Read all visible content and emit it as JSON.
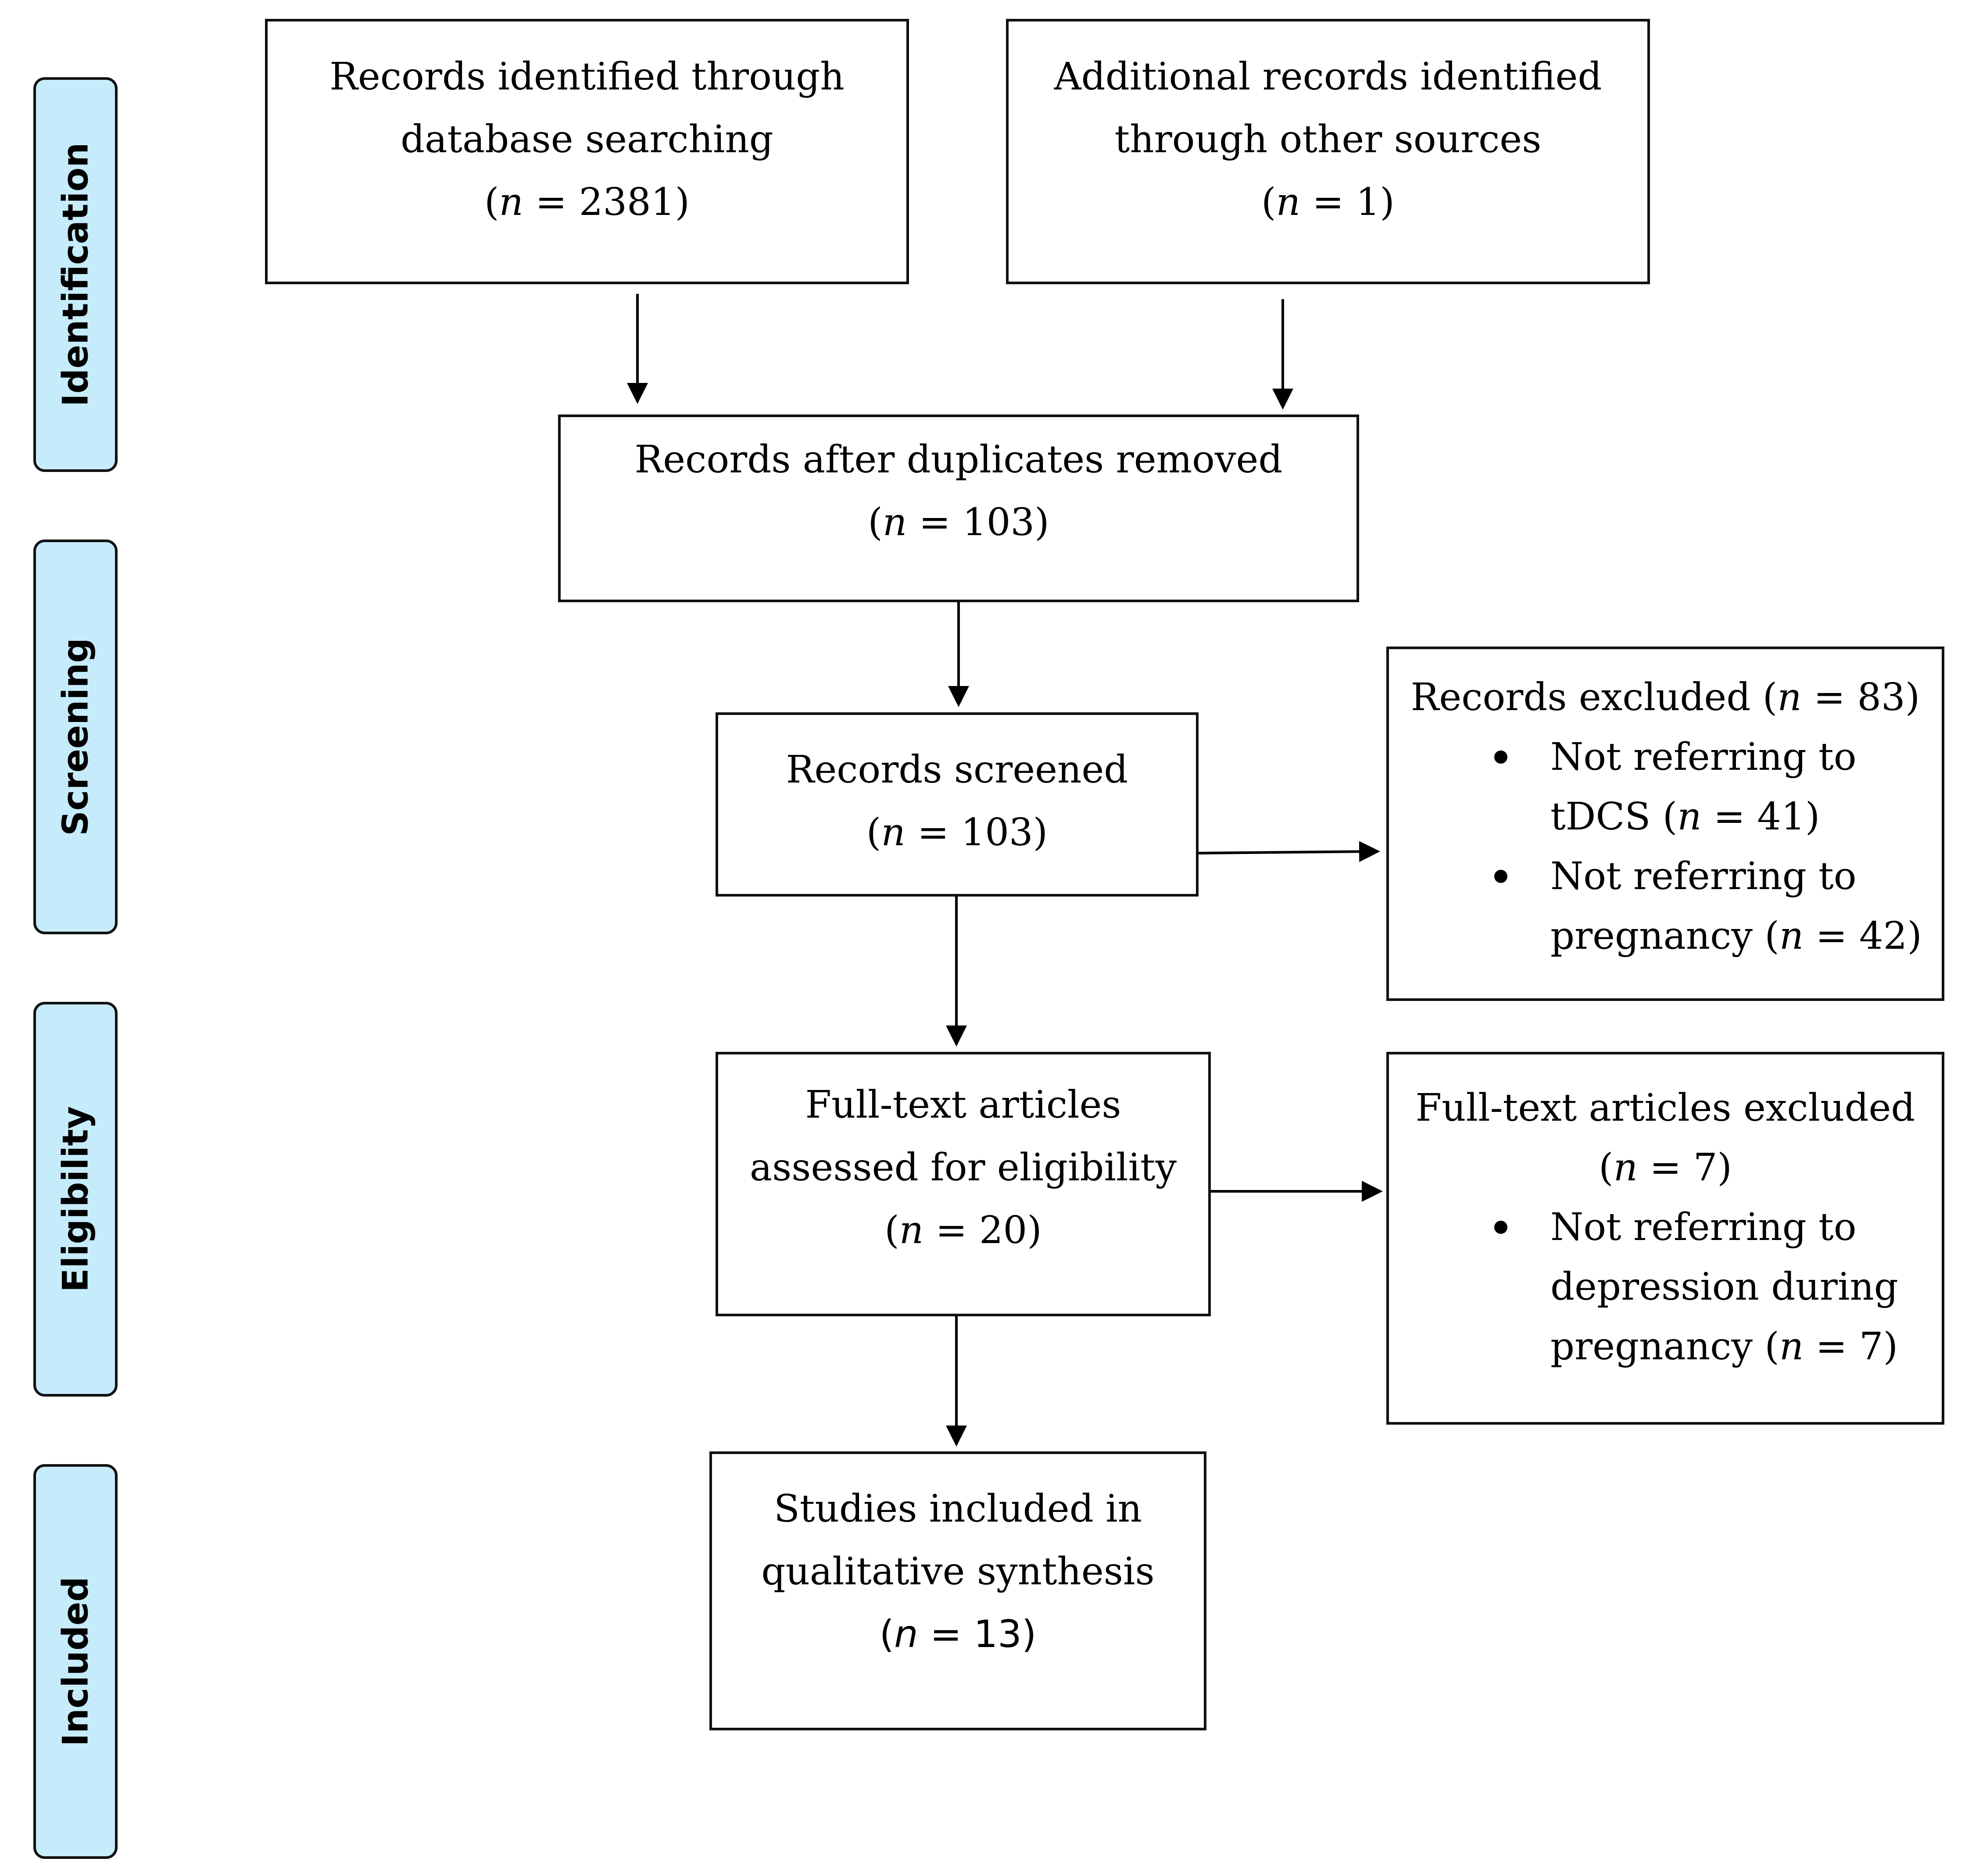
{
  "stages": [
    {
      "id": "identification",
      "label": "Identification"
    },
    {
      "id": "screening",
      "label": "Screening"
    },
    {
      "id": "eligibility",
      "label": "Eligibility"
    },
    {
      "id": "included",
      "label": "Included"
    }
  ],
  "boxes": {
    "database": {
      "line1": "Records identified through",
      "line2": "database searching",
      "count": "2381"
    },
    "other_sources": {
      "line1": "Additional records identified",
      "line2": "through other sources",
      "count": "1"
    },
    "duplicates_removed": {
      "line1": "Records after duplicates removed",
      "count": "103"
    },
    "screened": {
      "line1": "Records screened",
      "count": "103"
    },
    "records_excluded": {
      "title": "Records excluded",
      "count": "83",
      "items": [
        {
          "line1": "Not referring to",
          "line2": "tDCS",
          "count": "41"
        },
        {
          "line1": "Not referring to",
          "line2": "pregnancy",
          "count": "42"
        }
      ]
    },
    "fulltext_assessed": {
      "line1": "Full-text articles",
      "line2": "assessed for eligibility",
      "count": "20"
    },
    "fulltext_excluded": {
      "title": "Full-text articles excluded",
      "count": "7",
      "items": [
        {
          "line1": "Not referring to",
          "line2": "depression during",
          "line3": "pregnancy",
          "count": "7"
        }
      ]
    },
    "included": {
      "line1": "Studies included in",
      "line2": "qualitative synthesis",
      "count": "13"
    }
  }
}
